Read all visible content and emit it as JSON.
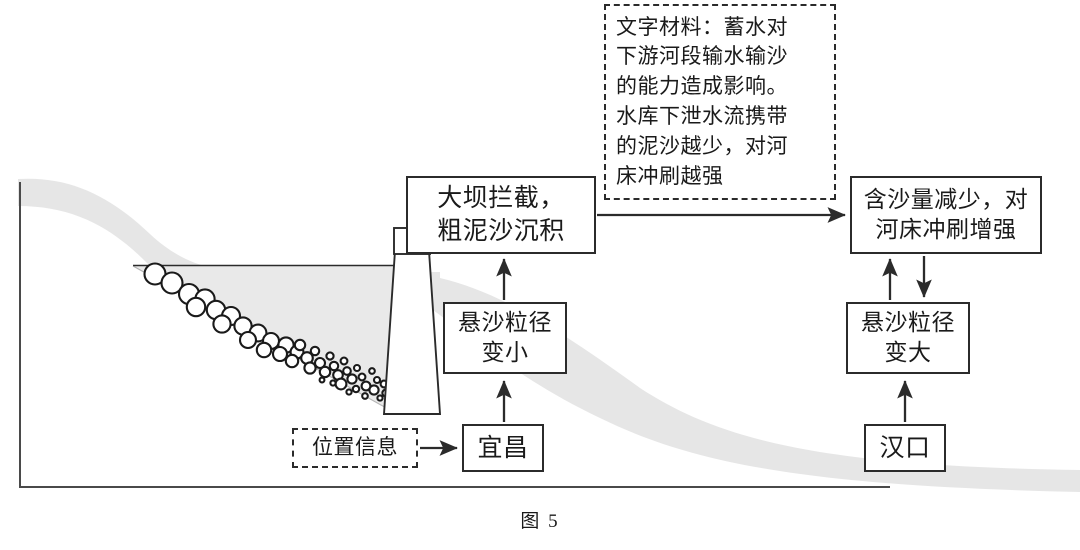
{
  "figure": {
    "caption": "图 5",
    "background_color": "#ffffff",
    "line_color": "#2b2b2b",
    "river_fill_color": "#e3e3e3"
  },
  "nodes": {
    "material_note": {
      "label": "文字材料：蓄水对\n下游河段输水输沙\n的能力造成影响。\n水库下泄水流携带\n的泥沙越少，对河\n床冲刷越强",
      "style": "dashed"
    },
    "dam_trap": {
      "label": "大坝拦截，\n粗泥沙沉积",
      "style": "solid"
    },
    "downstream_scour": {
      "label": "含沙量减少，对\n河床冲刷增强",
      "style": "solid"
    },
    "suspended_small": {
      "label": "悬沙粒径\n变小",
      "style": "solid"
    },
    "suspended_large": {
      "label": "悬沙粒径\n变大",
      "style": "solid"
    },
    "location_info": {
      "label": "位置信息",
      "style": "dashed"
    },
    "yichang": {
      "label": "宜昌",
      "style": "solid"
    },
    "hankou": {
      "label": "汉口",
      "style": "solid"
    }
  },
  "connectors": [
    {
      "name": "yichang-to-suspended-small",
      "from": "宜昌",
      "to": "悬沙粒径变小",
      "direction": "up"
    },
    {
      "name": "suspended-small-to-dam-trap",
      "from": "悬沙粒径变小",
      "to": "大坝拦截，粗泥沙沉积",
      "direction": "up"
    },
    {
      "name": "dam-trap-to-downstream-scour",
      "from": "大坝拦截，粗泥沙沉积",
      "to": "含沙量减少，对河床冲刷增强",
      "direction": "right"
    },
    {
      "name": "hankou-to-suspended-large",
      "from": "汉口",
      "to": "悬沙粒径变大",
      "direction": "up"
    },
    {
      "name": "suspended-large-to-downstream-scour",
      "from": "悬沙粒径变大",
      "to": "含沙量减少，对河床冲刷增强",
      "direction": "up"
    },
    {
      "name": "downstream-scour-to-suspended-large",
      "from": "含沙量减少，对河床冲刷增强",
      "to": "悬沙粒径变大",
      "direction": "down"
    },
    {
      "name": "location-info-to-yichang",
      "from": "位置信息",
      "to": "宜昌",
      "direction": "right"
    }
  ],
  "illustration": {
    "description": "reservoir longitudinal profile with dam and graded sediment deposition",
    "dam": {
      "shape": "trapezoid-with-crest-block"
    },
    "sediment_particles": {
      "gradient": "coarse-upstream-to-fine-near-dam",
      "count": 46
    },
    "water_surface_line": true,
    "axis_frame": true
  }
}
